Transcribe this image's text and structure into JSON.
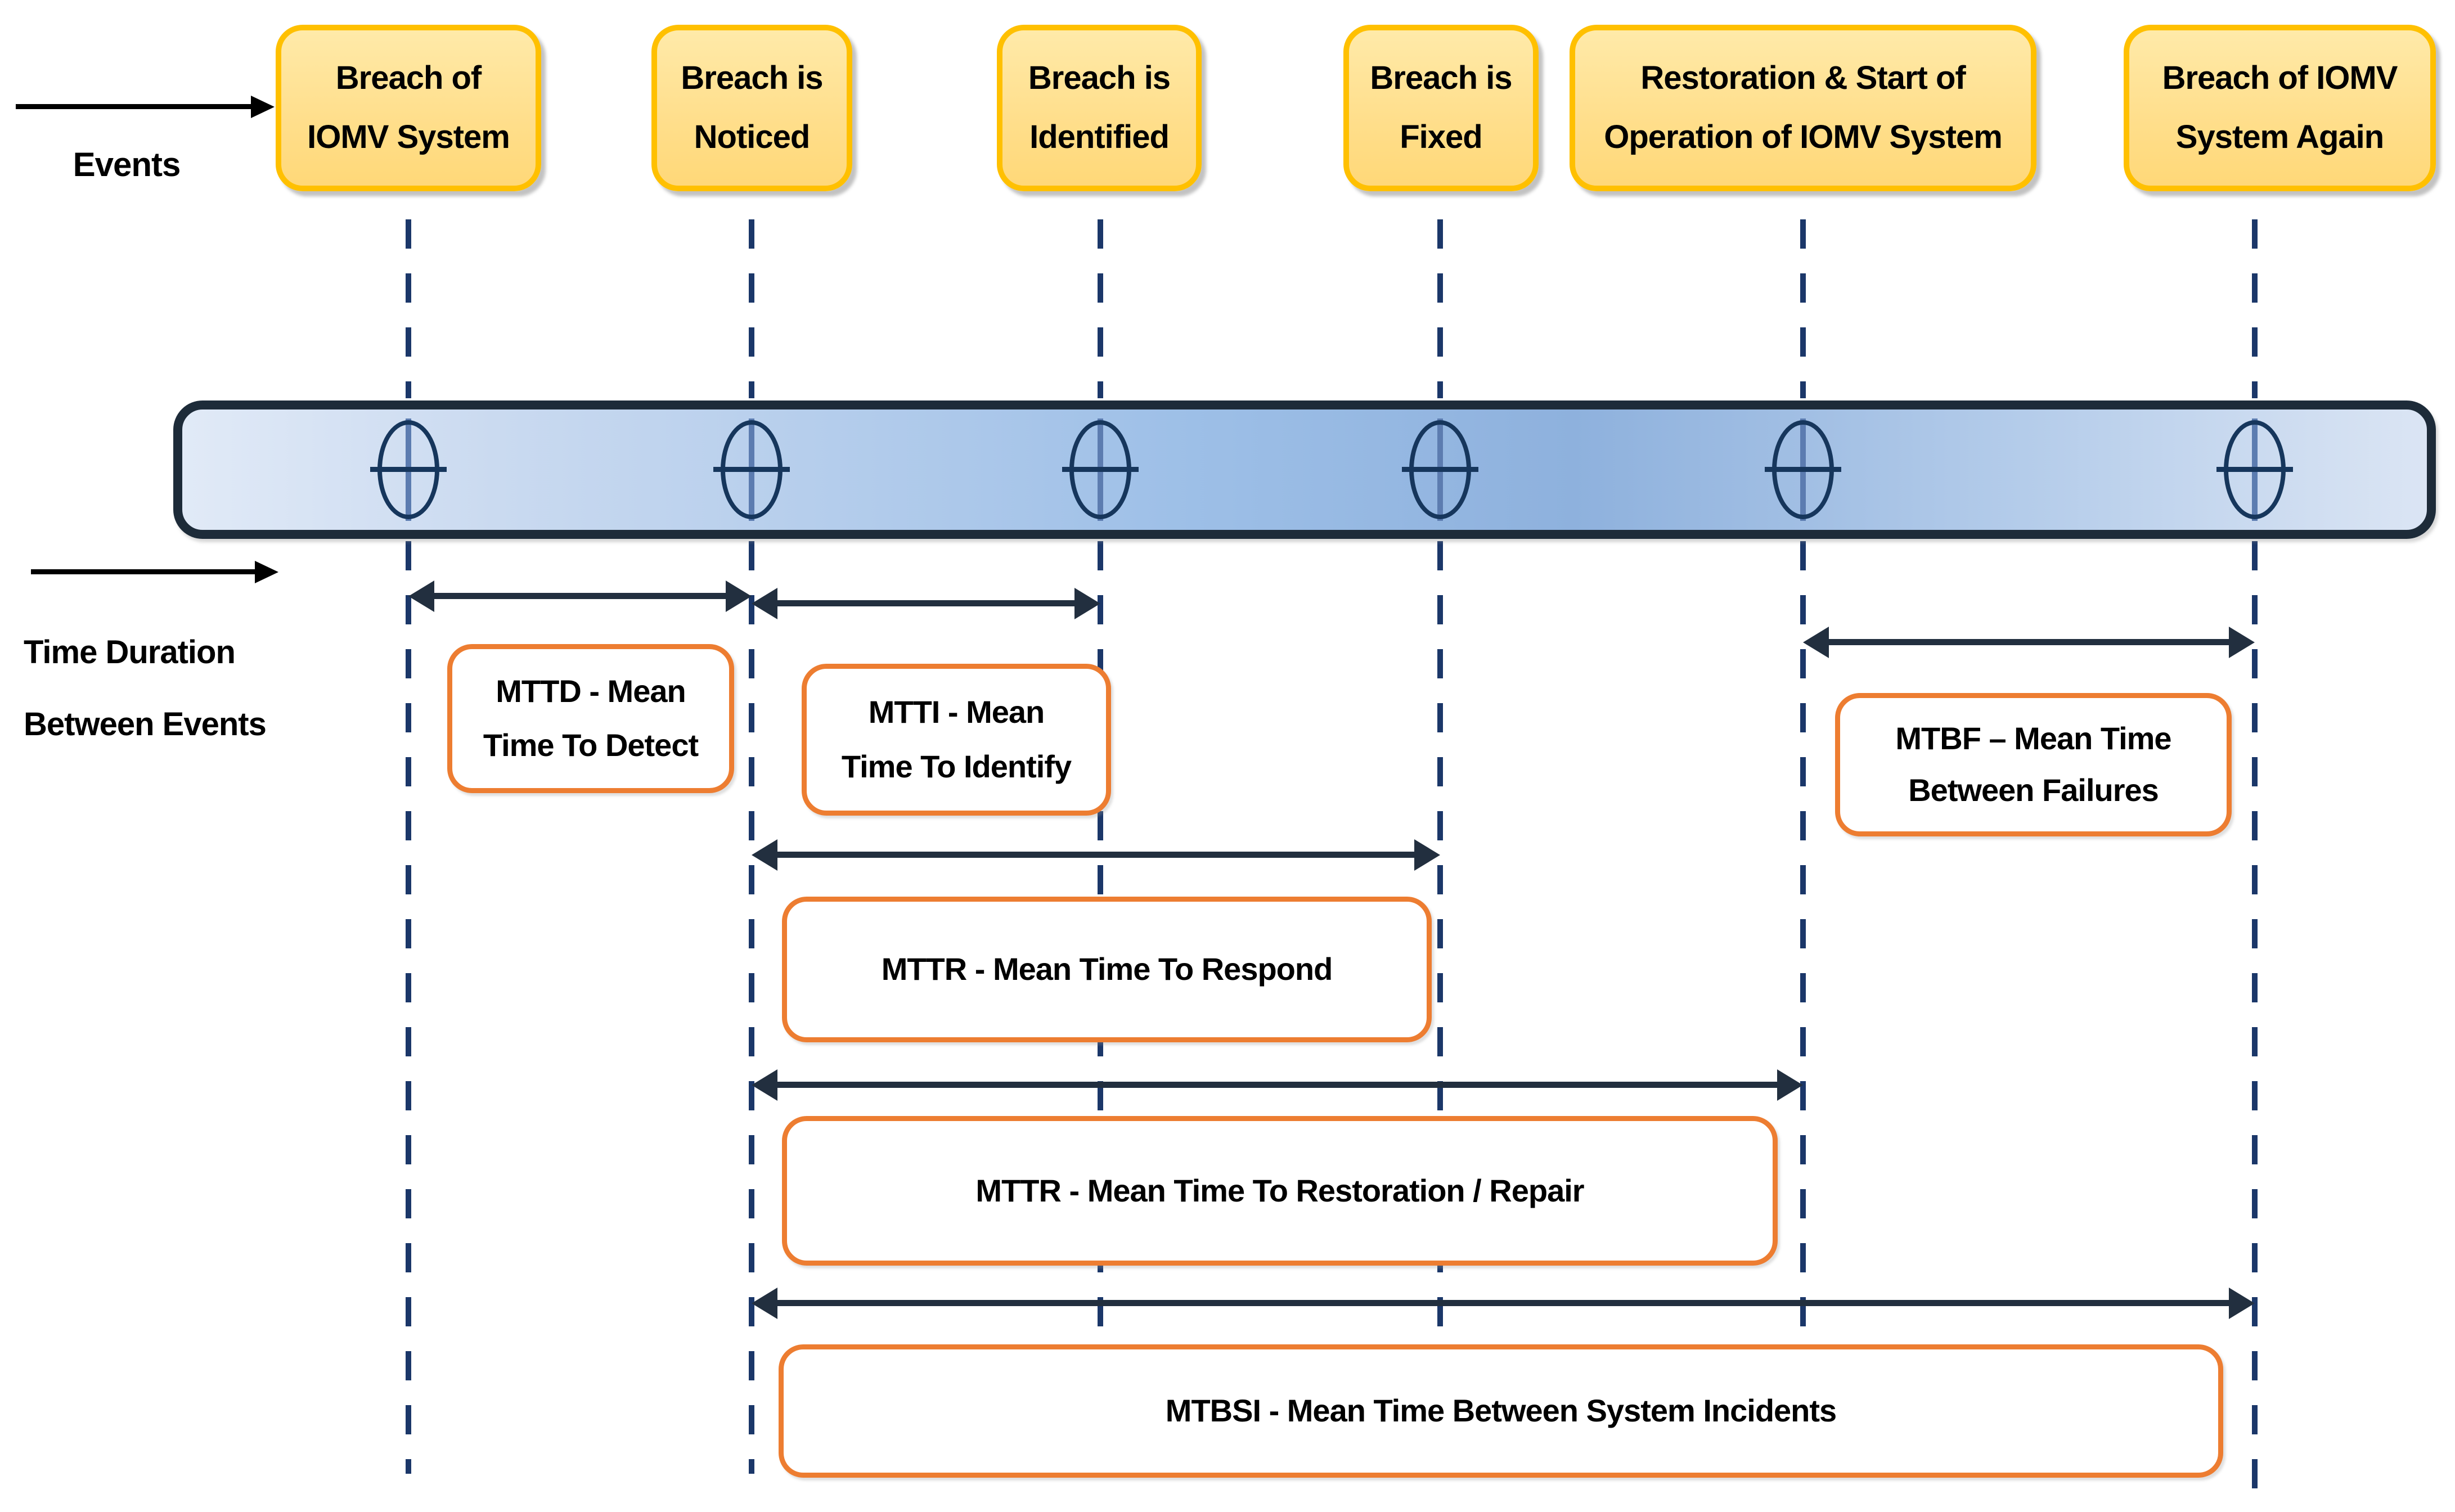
{
  "legend": {
    "events_label": "Events",
    "time_duration_line1": "Time Duration",
    "time_duration_line2": "Between Events"
  },
  "events": [
    {
      "id": "breach-of-iomv-system",
      "line1": "Breach of",
      "line2": "IOMV System"
    },
    {
      "id": "breach-is-noticed",
      "line1": "Breach is",
      "line2": "Noticed"
    },
    {
      "id": "breach-is-identified",
      "line1": "Breach is",
      "line2": "Identified"
    },
    {
      "id": "breach-is-fixed",
      "line1": "Breach is",
      "line2": "Fixed"
    },
    {
      "id": "restoration-start",
      "line1": "Restoration & Start of",
      "line2": "Operation of IOMV System"
    },
    {
      "id": "breach-again",
      "line1": "Breach of IOMV",
      "line2": "System Again"
    }
  ],
  "durations": [
    {
      "id": "mttd",
      "line1": "MTTD - Mean",
      "line2": "Time To Detect"
    },
    {
      "id": "mtti",
      "line1": "MTTI - Mean",
      "line2": "Time To Identify"
    },
    {
      "id": "mtbf",
      "line1": "MTBF – Mean Time",
      "line2": "Between Failures"
    },
    {
      "id": "mttr-respond",
      "line1": "MTTR - Mean Time To Respond"
    },
    {
      "id": "mttr-restoration",
      "line1": "MTTR - Mean Time To Restoration / Repair"
    },
    {
      "id": "mtbsi",
      "line1": "MTBSI - Mean Time Between System Incidents"
    }
  ],
  "colors": {
    "event_box_border": "#FFC000",
    "event_box_fill_top": "#FFEAA9",
    "event_box_fill_bottom": "#FFD878",
    "duration_box_border": "#ED7D31",
    "dashed_line": "#1B3769",
    "bar_border": "#1D2B39",
    "bar_fill_light": "#E1EAF7",
    "bar_fill_mid": "#8EB1DD",
    "marker_stroke": "#16365C",
    "arrow_dark": "#222F3F",
    "arrow_black": "#000000",
    "text": "#000000"
  }
}
